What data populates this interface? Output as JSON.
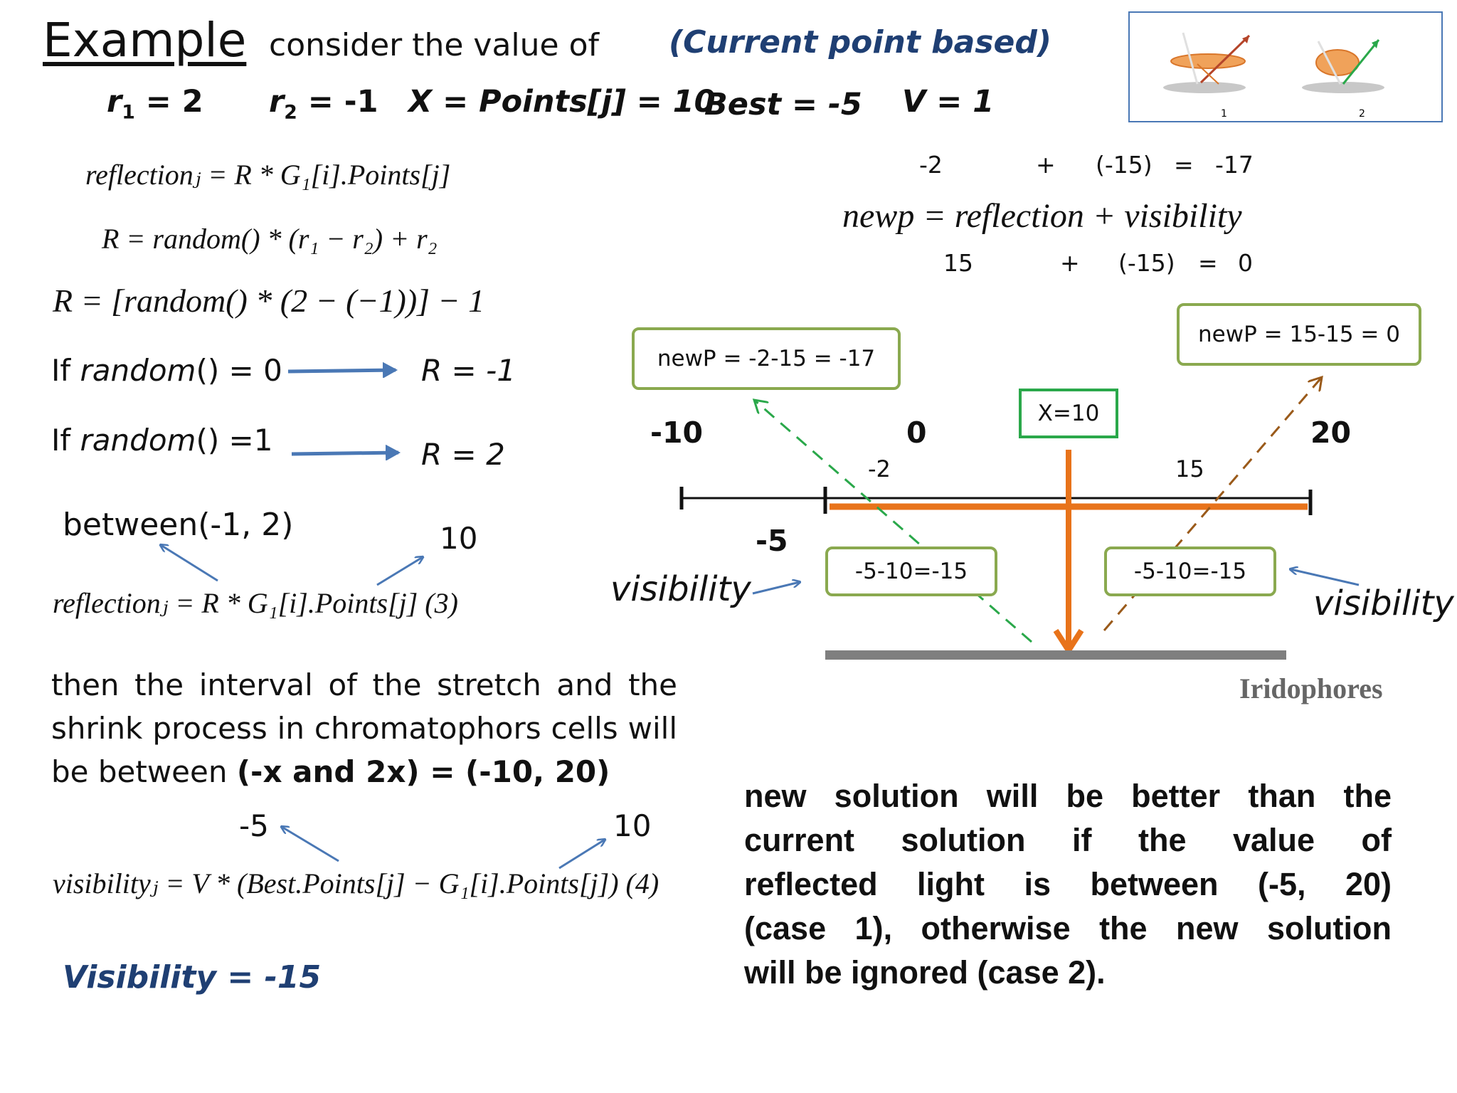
{
  "title": "Example",
  "intro": "consider the value of",
  "subtitle": "(Current point based)",
  "params": {
    "r1_sym": "r",
    "r1_sub": "1",
    "r1_val": " = 2",
    "r2_sym": "r",
    "r2_sub": "2",
    "r2_val": " = -1",
    "x": "X = Points[j] = 10",
    "best": "Best = -5",
    "v": "V = 1"
  },
  "equations": {
    "reflection": "reflectionⱼ = R * G₁[i].Points[j]",
    "R_def": "R = random() * (r₁ − r₂) + r₂",
    "R_sub": "R = [random() * (2 − (−1))] − 1",
    "newp": "newp = reflection + visibility",
    "reflection_num": "reflectionⱼ = R * G₁[i].Points[j]   (3)",
    "visibility_num": "visibilityⱼ = V * (Best.Points[j] − G₁[i].Points[j])   (4)"
  },
  "cases": {
    "case0_prefix": "If ",
    "case0_fn": "random",
    "case0_suffix": "() = 0",
    "case0_result": "R = -1",
    "case1_prefix": "If ",
    "case1_fn": "random",
    "case1_suffix": "() =1",
    "case1_result": "R = 2"
  },
  "between": "between(-1, 2)",
  "ten_label": "10",
  "paragraph1": {
    "line1": "then the interval of the stretch and the",
    "line2": "shrink process in chromatophors cells will",
    "line3_pre": "be between ",
    "line3_bold": "(-x and 2x)  =  (-10, 20)"
  },
  "vis_labels": {
    "neg5": "-5",
    "ten": "10"
  },
  "visibility_result": "Visibility = -15",
  "sum_top": {
    "a": "-2",
    "op": "+",
    "b": "(-15)",
    "eq": "=",
    "r": "-17"
  },
  "sum_bottom": {
    "a": "15",
    "op": "+",
    "b": "(-15)",
    "eq": "=",
    "r": "0"
  },
  "diagram": {
    "box_left": "newP = -2-15 = -17",
    "box_right": "newP = 15-15 = 0",
    "box_x": "X=10",
    "axis_neg10": "-10",
    "axis_0": "0",
    "axis_20": "20",
    "tick_neg2": "-2",
    "tick_15": "15",
    "neg5": "-5",
    "vis_box_left": "-5-10=-15",
    "vis_box_right": "-5-10=-15",
    "visibility_left": "visibility",
    "visibility_right": "visibility",
    "iridophores": "Iridophores",
    "thumb_1": "1",
    "thumb_2": "2",
    "colors": {
      "orange": "#e8731a",
      "green": "#2aa84a",
      "brown": "#9a5a1a",
      "box_border": "#8aa94f",
      "blue_arrow": "#4a78b5"
    }
  },
  "conclusion": {
    "line1": "new solution will be better than the",
    "line2": "current solution if the value of",
    "line3": "reflected light is between (-5, 20)",
    "line4": "(case 1), otherwise the new solution",
    "line5": "will be ignored (case 2)."
  }
}
